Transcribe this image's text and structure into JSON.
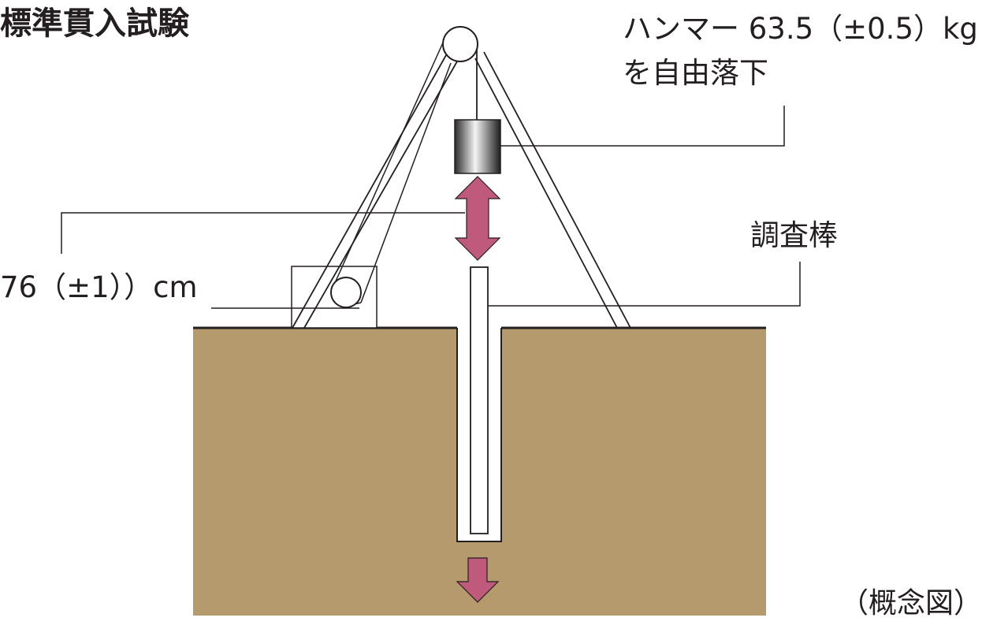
{
  "title": "標準貫入試験",
  "labels": {
    "hammer_line1": "ハンマー 63.5（±0.5）kg",
    "hammer_line2": "を自由落下",
    "rod": "調査棒",
    "drop_height": "76（±1））cm",
    "note": "（概念図）"
  },
  "colors": {
    "soil": "#b49a6c",
    "arrow": "#c05a7c",
    "stroke": "#231f20",
    "background": "#ffffff"
  }
}
